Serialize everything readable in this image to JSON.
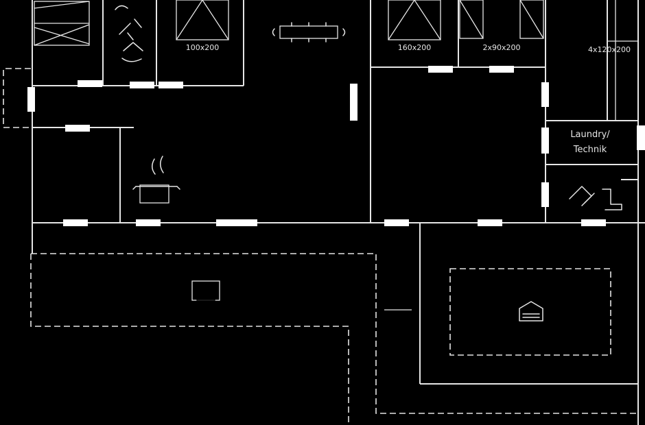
{
  "rooms": {
    "bedroom1_bed_size": "100x200",
    "bedroom2_bed_size": "160x200",
    "bedroom3_bed_size": "2x90x200",
    "bedroom4_bed_size": "4x120x200",
    "utility_label_line1": "Laundry/",
    "utility_label_line2": "Technik"
  },
  "icons": [
    "bunk-bed-icon",
    "toilet-icon",
    "double-bed-icon",
    "dining-table-icon",
    "cooking-pot-icon",
    "fireplace-icon",
    "garage-icon"
  ],
  "colors": {
    "background": "#000000",
    "lines": "#e6e6e6",
    "doors": "#ffffff"
  }
}
